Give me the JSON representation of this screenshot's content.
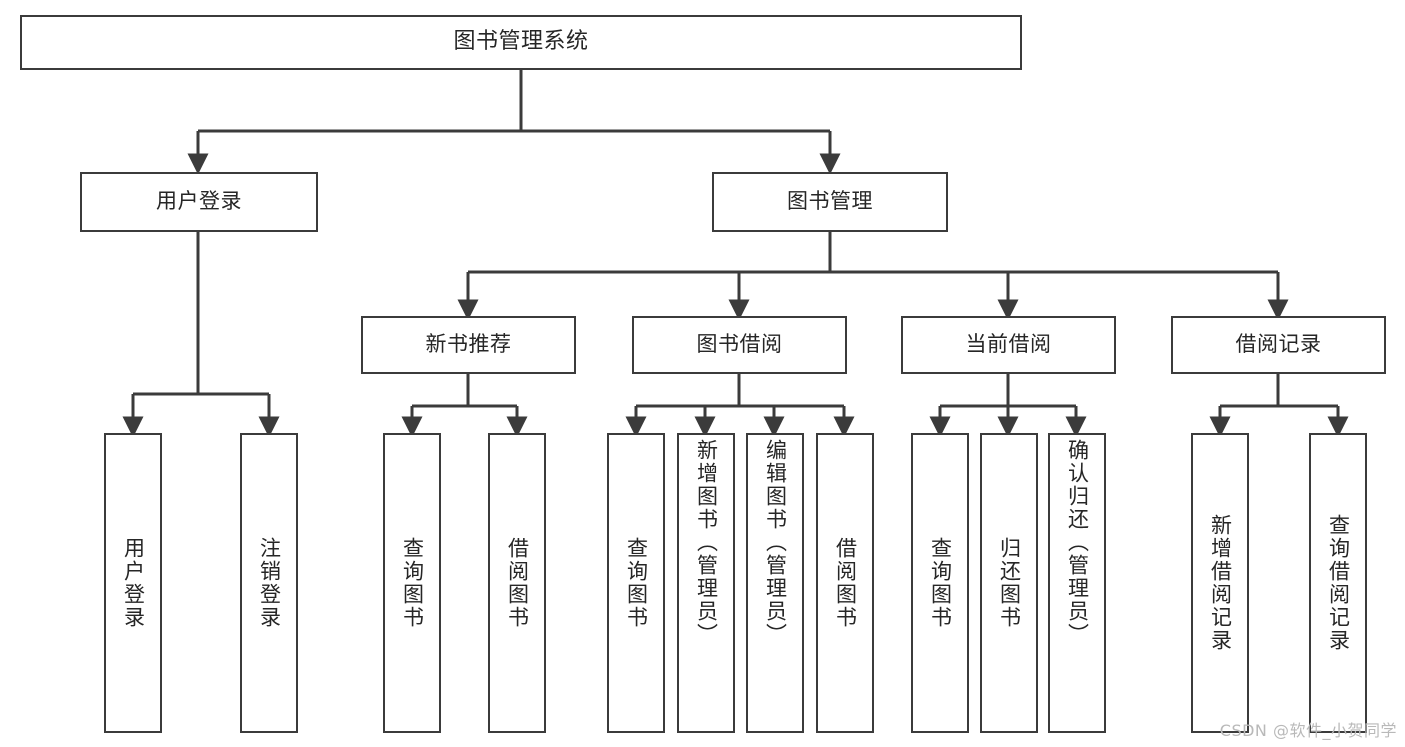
{
  "diagram": {
    "title": "图书管理系统",
    "type": "tree-hierarchy-chart",
    "orientation": "top-down",
    "colors": {
      "node_border": "#3b3b3b",
      "node_fill": "#ffffff",
      "edge": "#3b3b3b",
      "text": "#262626",
      "background": "#ffffff",
      "watermark": "#b9b9b9"
    },
    "watermark": "CSDN @软件_小贺同学"
  },
  "nodes": {
    "root": {
      "label": "图书管理系统"
    },
    "level2": [
      {
        "id": "user-login",
        "label": "用户登录"
      },
      {
        "id": "book-management",
        "label": "图书管理"
      }
    ],
    "level3": [
      {
        "id": "new-book-recommend",
        "label": "新书推荐"
      },
      {
        "id": "book-borrow",
        "label": "图书借阅"
      },
      {
        "id": "current-borrow",
        "label": "当前借阅"
      },
      {
        "id": "borrow-record",
        "label": "借阅记录"
      }
    ],
    "leaves": {
      "user_login": [
        {
          "id": "leaf-user-login",
          "label": "用户登录"
        },
        {
          "id": "leaf-logout-login",
          "label": "注销登录"
        }
      ],
      "new_book_recommend": [
        {
          "id": "leaf-query-book-1",
          "label": "查询图书"
        },
        {
          "id": "leaf-borrow-book-1",
          "label": "借阅图书"
        }
      ],
      "book_borrow": [
        {
          "id": "leaf-query-book-2",
          "label": "查询图书"
        },
        {
          "id": "leaf-add-book",
          "label": "新增图书（管理员）"
        },
        {
          "id": "leaf-edit-book",
          "label": "编辑图书（管理员）"
        },
        {
          "id": "leaf-borrow-book-2",
          "label": "借阅图书"
        }
      ],
      "current_borrow": [
        {
          "id": "leaf-query-book-3",
          "label": "查询图书"
        },
        {
          "id": "leaf-return-book",
          "label": "归还图书"
        },
        {
          "id": "leaf-confirm-return",
          "label": "确认归还（管理员）"
        }
      ],
      "borrow_record": [
        {
          "id": "leaf-add-record",
          "label": "新增借阅记录"
        },
        {
          "id": "leaf-query-record",
          "label": "查询借阅记录"
        }
      ]
    }
  }
}
